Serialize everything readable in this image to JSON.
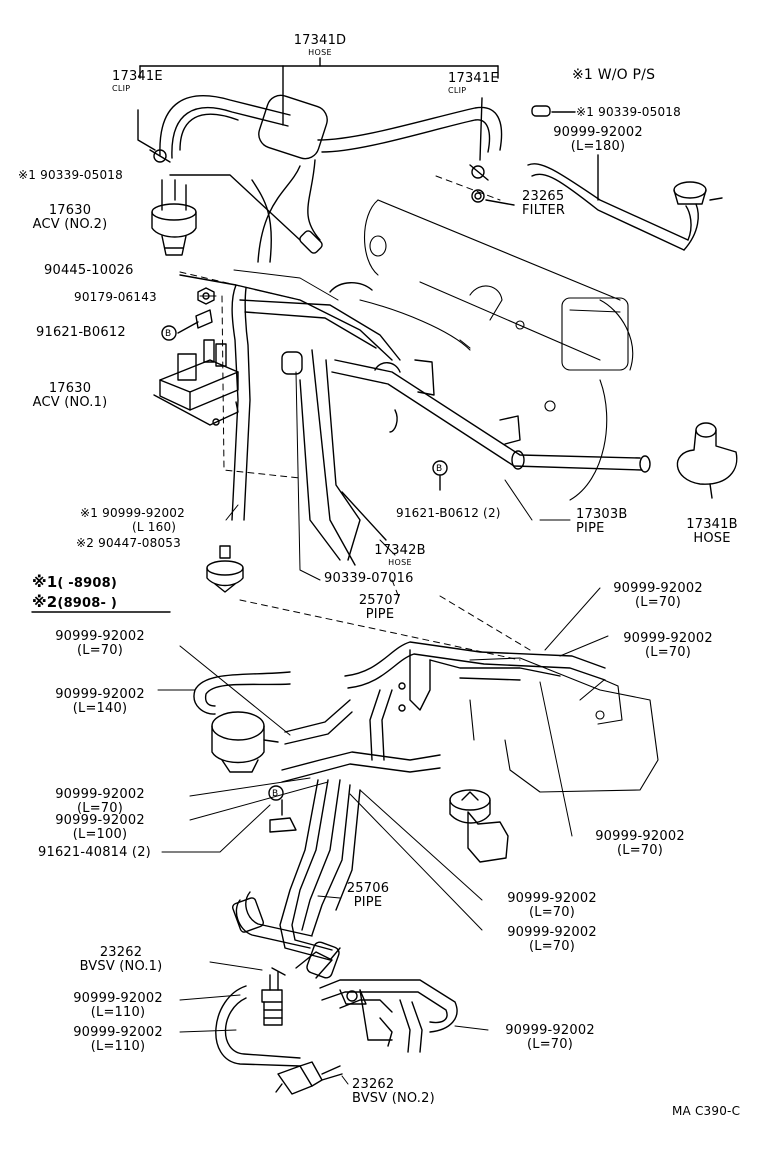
{
  "parts": {
    "hose_17341d": {
      "num": "17341D",
      "name": "HOSE"
    },
    "clip_left": {
      "num": "17341E",
      "name": "CLIP"
    },
    "clip_right": {
      "num": "17341E",
      "name": "CLIP"
    },
    "wo_ps": {
      "text": "※1 W/O P/S"
    },
    "plug_right": {
      "text": "※1 90339-05018"
    },
    "hose_right_top": {
      "num": "90999-92002",
      "len": "(L=180)"
    },
    "filter": {
      "num": "23265",
      "name": "FILTER"
    },
    "plug_left": {
      "text": "※1 90339-05018"
    },
    "acv2": {
      "num": "17630",
      "name": "ACV (NO.2)"
    },
    "hose_90445": {
      "num": "90445-10026"
    },
    "nut_90179": {
      "num": "90179-06143"
    },
    "bolt_91621_top": {
      "num": "91621-B0612",
      "marker": "B"
    },
    "acv1": {
      "num": "17630",
      "name": "ACV (NO.1)"
    },
    "hose_160": {
      "num": "※1 90999-92002",
      "len": "(L  160)"
    },
    "plug_90447": {
      "text": "※2 90447-08053"
    },
    "bolt_91621_mid": {
      "num": "91621-B0612 (2)",
      "marker": "B"
    },
    "hose_17342b": {
      "num": "17342B",
      "name": "HOSE"
    },
    "pipe_17303b": {
      "num": "17303B",
      "name": "PIPE"
    },
    "hose_17341b": {
      "num": "17341B",
      "name": "HOSE"
    },
    "plug_90339_07016": {
      "num": "90339-07016"
    },
    "legend_1": {
      "mark": "※1",
      "text": "(       -8908)"
    },
    "legend_2": {
      "mark": "※2",
      "text": "(8908-        )"
    },
    "pipe_25707": {
      "num": "25707",
      "name": "PIPE"
    },
    "hose_l70_a": {
      "num": "90999-92002",
      "len": "(L=70)"
    },
    "hose_l70_b": {
      "num": "90999-92002",
      "len": "(L=70)"
    },
    "hose_l70_c": {
      "num": "90999-92002",
      "len": "(L=70)"
    },
    "hose_l140": {
      "num": "90999-92002",
      "len": "(L=140)"
    },
    "hose_l70_d": {
      "num": "90999-92002",
      "len": "(L=70)"
    },
    "hose_l100": {
      "num": "90999-92002",
      "len": "(L=100)"
    },
    "bolt_91621_40814": {
      "num": "91621-40814 (2)",
      "marker": "B"
    },
    "hose_l70_e": {
      "num": "90999-92002",
      "len": "(L=70)"
    },
    "pipe_25706": {
      "num": "25706",
      "name": "PIPE"
    },
    "hose_l70_f": {
      "num": "90999-92002",
      "len": "(L=70)"
    },
    "hose_l70_g": {
      "num": "90999-92002",
      "len": "(L=70)"
    },
    "bvsv1": {
      "num": "23262",
      "name": "BVSV (NO.1)"
    },
    "hose_l110_a": {
      "num": "90999-92002",
      "len": "(L=110)"
    },
    "hose_l110_b": {
      "num": "90999-92002",
      "len": "(L=110)"
    },
    "hose_l70_h": {
      "num": "90999-92002",
      "len": "(L=70)"
    },
    "bvsv2": {
      "num": "23262",
      "name": "BVSV (NO.2)"
    }
  },
  "footer": {
    "code": "MA  C390-C"
  }
}
